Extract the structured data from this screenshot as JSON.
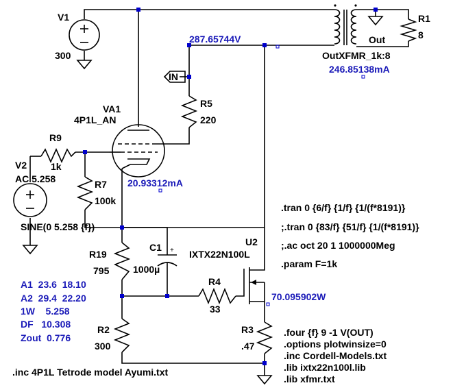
{
  "components": {
    "v1": {
      "name": "V1",
      "value": "300"
    },
    "r1": {
      "name": "R1",
      "value": "8"
    },
    "transformer": {
      "name": "OutXFMR_1k:8"
    },
    "r5": {
      "name": "R5",
      "value": "220"
    },
    "va1": {
      "name": "VA1",
      "model": "4P1L_AN"
    },
    "r9": {
      "name": "R9",
      "value": "1k"
    },
    "v2": {
      "name": "V2",
      "ac": "AC 5.258",
      "sine": "SINE(0 5.258 {f})"
    },
    "r7": {
      "name": "R7",
      "value": "100k"
    },
    "c1": {
      "name": "C1",
      "value": "1000µ"
    },
    "r19": {
      "name": "R19",
      "value": "795"
    },
    "u2": {
      "name": "U2",
      "model": "IXTX22N100L"
    },
    "r4": {
      "name": "R4",
      "value": "33"
    },
    "r2": {
      "name": "R2",
      "value": "300"
    },
    "r3": {
      "name": "R3",
      "value": ".47"
    }
  },
  "nets": {
    "out": "Out",
    "in": "IN"
  },
  "readouts": {
    "bplus_voltage": "287.65744V",
    "transformer_current": "246.85138mA",
    "cathode_current": "20.93312mA",
    "mosfet_power": "70.095902W"
  },
  "results": [
    "A1  23.6  18.10",
    "A2  29.4  22.20",
    "1W    5.258",
    "DF   10.308",
    "Zout  0.776"
  ],
  "directives": [
    ".tran 0 {6/f} {1/f} {1/(f*8191)}",
    ";.tran 0 {83/f} {51/f} {1/(f*8191)}",
    ";.ac oct 20 1 1000000Meg",
    ".param F=1k",
    ".four {f} 9 -1 V(OUT)",
    ".options plotwinsize=0",
    ".inc Cordell-Models.txt",
    ".lib ixtx22n100l.lib",
    ".lib xfmr.txt",
    ".inc 4P1L Tetrode model Ayumi.txt"
  ],
  "colors": {
    "wire": "#000000",
    "annotation": "#1a1ab8",
    "junction": "#0000cc",
    "background": "#ffffff"
  }
}
